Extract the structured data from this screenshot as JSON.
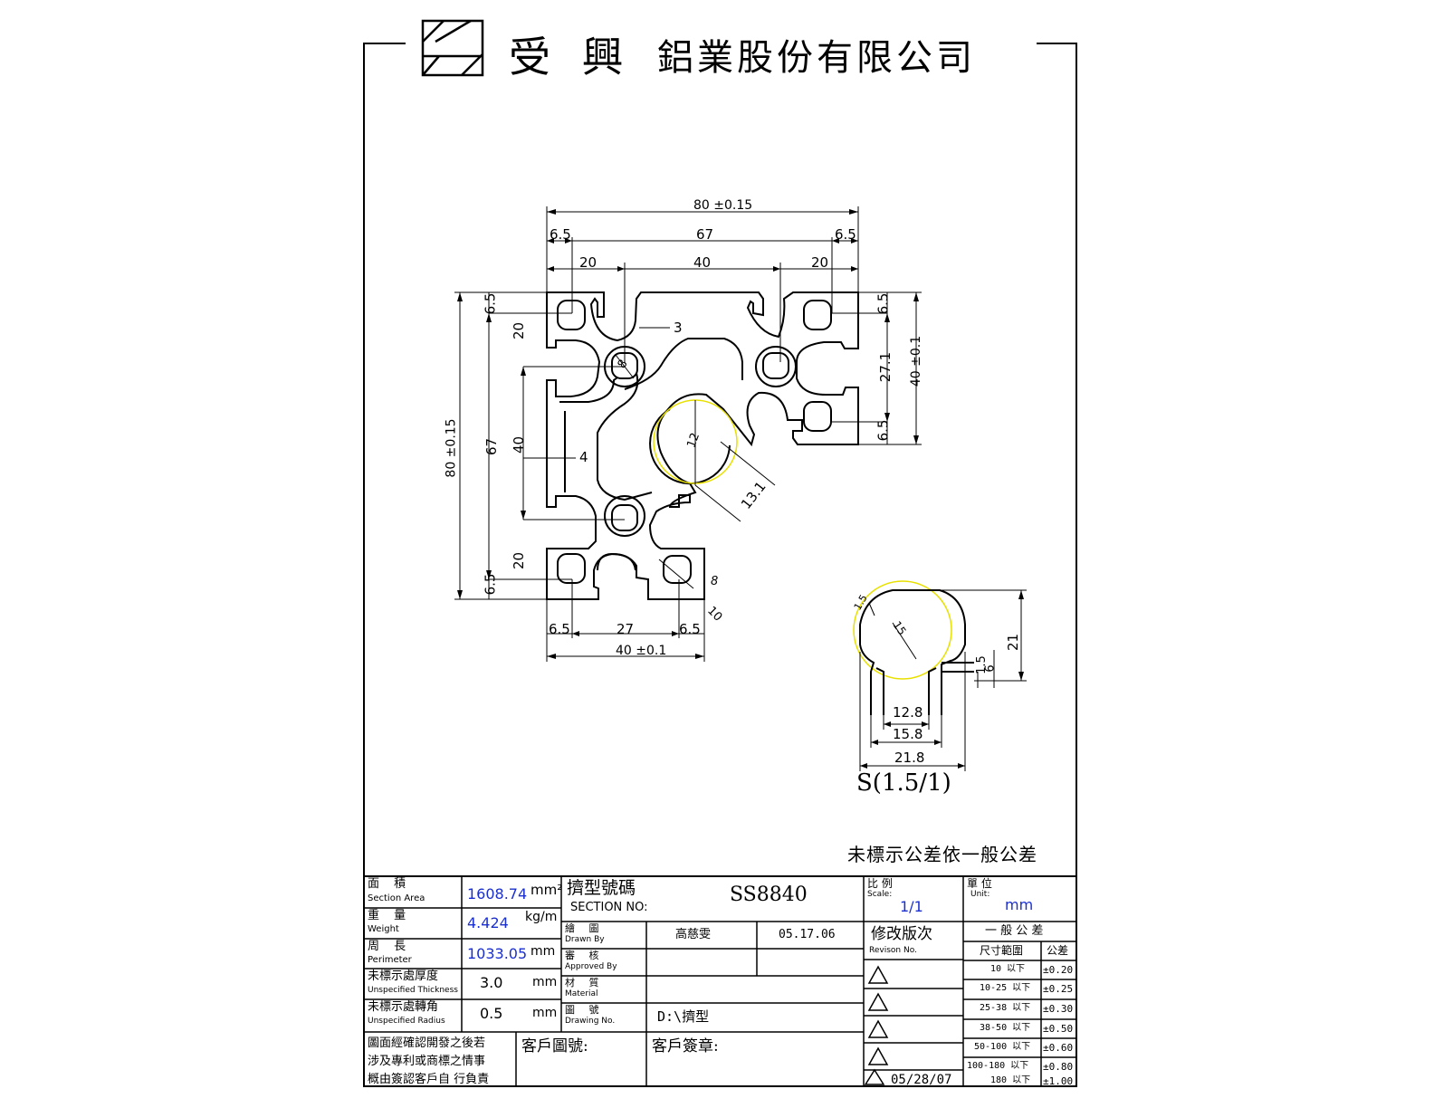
{
  "header": {
    "brand": "受 興",
    "company": "鋁業股份有限公司"
  },
  "dimensions": {
    "overall_width": "80 ±0.15",
    "top_edge": "6.5",
    "top_middle": "67",
    "top_edge_right": "6.5",
    "top_left_20": "20",
    "top_40": "40",
    "top_right_20": "20",
    "left_overall": "80 ±0.15",
    "left_edge_top": "6.5",
    "left_67": "67",
    "left_20_top": "20",
    "left_40": "40",
    "left_20_bottom": "20",
    "left_edge_bottom": "6.5",
    "right_edge_top": "6.5",
    "right_27_1": "27.1",
    "right_40": "40 ±0.1",
    "right_edge_bottom": "6.5",
    "wall_3": "3",
    "wall_4": "4",
    "bore_d": "8",
    "arc_r": "12",
    "dim_13_1": "13.1",
    "small_8": "8",
    "small_10": "10",
    "bottom_edge_left": "6.5",
    "bottom_27": "27",
    "bottom_edge_right": "6.5",
    "bottom_overall": "40 ±0.1"
  },
  "slot_detail": {
    "r_small": "1.5",
    "r_large": "15",
    "height_21": "21",
    "dim_1_5": "1.5",
    "dim_6": "6",
    "w_12_8": "12.8",
    "w_15_8": "15.8",
    "w_21_8": "21.8",
    "label": "S(1.5/1)"
  },
  "general_note": "未標示公差依一般公差",
  "title_block": {
    "area_label_cn": "面 積",
    "area_label_en": "Section Area",
    "area_value": "1608.74",
    "area_unit": "mm²",
    "weight_label_cn": "重 量",
    "weight_label_en": "Weight",
    "weight_value": "4.424",
    "weight_unit": "kg/m",
    "perimeter_label_cn": "周 長",
    "perimeter_label_en": "Perimeter",
    "perimeter_value": "1033.05",
    "perimeter_unit": "mm",
    "thickness_label_cn": "未標示處厚度",
    "thickness_label_en": "Unspecified Thickness",
    "thickness_value": "3.0",
    "thickness_unit": "mm",
    "radius_label_cn": "未標示處轉角",
    "radius_label_en": "Unspecified Radius",
    "radius_value": "0.5",
    "radius_unit": "mm",
    "disclaimer_1": "圖面經確認開發之後若",
    "disclaimer_2": "涉及專利或商標之情事",
    "disclaimer_3": "概由簽認客戶自 行負責",
    "section_label_cn": "擠型號碼",
    "section_label_en": "SECTION NO:",
    "section_value": "SS8840",
    "drawn_label_cn": "繪 圖",
    "drawn_label_en": "Drawn By",
    "drawn_value": "高慈雯",
    "drawn_date": "05.17.06",
    "approved_label_cn": "審 核",
    "approved_label_en": "Approved By",
    "material_label_cn": "材 質",
    "material_label_en": "Material",
    "drawing_label_cn": "圖 號",
    "drawing_label_en": "Drawing No.",
    "drawing_value": "D:\\擠型",
    "customer_drawing": "客戶圖號:",
    "customer_sign": "客戶簽章:",
    "scale_label_cn": "比 例",
    "scale_label_en": "Scale:",
    "scale_value": "1/1",
    "unit_label_cn": "單 位",
    "unit_label_en": "Unit:",
    "unit_value": "mm",
    "revision_label_cn": "修改版次",
    "revision_label_en": "Revison No.",
    "revision_date": "05/28/07",
    "tolerance_title": "一 般 公 差",
    "tolerance_col_range": "尺寸範圍",
    "tolerance_col_tol": "公差",
    "tolerances": [
      {
        "range": "10 以下",
        "tol": "±0.20"
      },
      {
        "range": "10-25 以下",
        "tol": "±0.25"
      },
      {
        "range": "25-38 以下",
        "tol": "±0.30"
      },
      {
        "range": "38-50 以下",
        "tol": "±0.50"
      },
      {
        "range": "50-100 以下",
        "tol": "±0.60"
      },
      {
        "range": "100-180 以下",
        "tol": "±0.80"
      },
      {
        "range": "180 以下",
        "tol": "±1.00"
      }
    ]
  }
}
